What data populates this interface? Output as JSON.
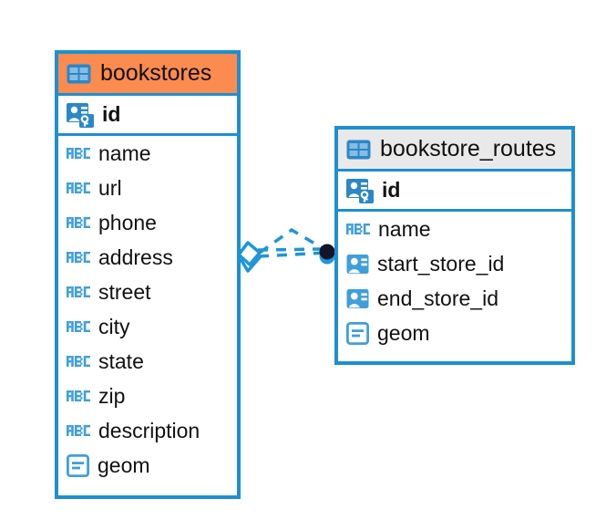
{
  "diagram": {
    "type": "entity-relationship-diagram",
    "background_color": "#ffffff",
    "accent_color": "#1e8fd0",
    "highlight_color": "#fb8b4e",
    "neutral_header_color": "#e9e9e9"
  },
  "entities": [
    {
      "name": "bookstores",
      "header_style": "accent-orange",
      "table_icon": "table-grid-icon",
      "primary_key": {
        "label": "id",
        "icon": "primary-key-icon"
      },
      "fields": [
        {
          "label": "name",
          "icon": "text-abc-icon"
        },
        {
          "label": "url",
          "icon": "text-abc-icon"
        },
        {
          "label": "phone",
          "icon": "text-abc-icon"
        },
        {
          "label": "address",
          "icon": "text-abc-icon"
        },
        {
          "label": "street",
          "icon": "text-abc-icon"
        },
        {
          "label": "city",
          "icon": "text-abc-icon"
        },
        {
          "label": "state",
          "icon": "text-abc-icon"
        },
        {
          "label": "zip",
          "icon": "text-abc-icon"
        },
        {
          "label": "description",
          "icon": "text-abc-icon"
        },
        {
          "label": "geom",
          "icon": "geometry-icon"
        }
      ]
    },
    {
      "name": "bookstore_routes",
      "header_style": "accent-gray",
      "table_icon": "table-grid-icon",
      "primary_key": {
        "label": "id",
        "icon": "primary-key-icon"
      },
      "fields": [
        {
          "label": "name",
          "icon": "text-abc-icon"
        },
        {
          "label": "start_store_id",
          "icon": "foreign-key-icon"
        },
        {
          "label": "end_store_id",
          "icon": "foreign-key-icon"
        },
        {
          "label": "geom",
          "icon": "geometry-icon"
        }
      ]
    }
  ],
  "relationship": {
    "style": "dashed",
    "color": "#1e96d8",
    "source_marker": "diamond-marker",
    "target_marker": "filled-circle-marker"
  }
}
